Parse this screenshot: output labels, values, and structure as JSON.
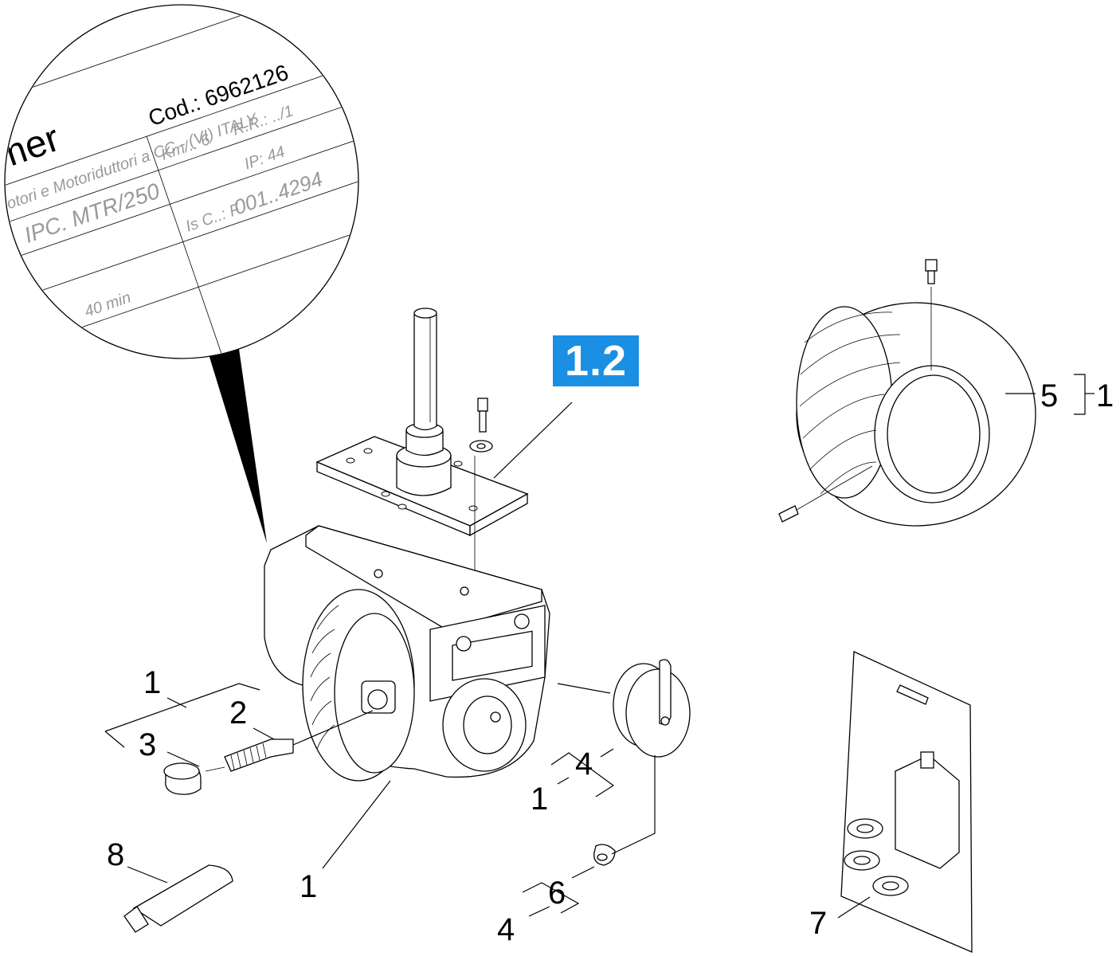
{
  "badge": {
    "label": "1.2",
    "color": "#1a8fe3"
  },
  "nameplate": {
    "brand": "amer",
    "line1": "Motori e Motoriduttori a CC - (VI) ITALY",
    "code_label": "Cod.: 6962126",
    "model": "IPC. MTR/250",
    "km": "Km/.. 6",
    "rr": "R.R.: ../1",
    "ip": "IP: 44",
    "iscl": "Is C..: F",
    "serial": "001..4294",
    "time": "40 min"
  },
  "callouts": [
    {
      "id": "c-1-top",
      "text": "1"
    },
    {
      "id": "c-2",
      "text": "2"
    },
    {
      "id": "c-3",
      "text": "3"
    },
    {
      "id": "c-8",
      "text": "8"
    },
    {
      "id": "c-1-bottom",
      "text": "1"
    },
    {
      "id": "c-4-mid",
      "text": "4"
    },
    {
      "id": "c-1-mid",
      "text": "1"
    },
    {
      "id": "c-6",
      "text": "6"
    },
    {
      "id": "c-4-bottom",
      "text": "4"
    },
    {
      "id": "c-7",
      "text": "7"
    },
    {
      "id": "c-5",
      "text": "5"
    },
    {
      "id": "c-1-right",
      "text": "1"
    }
  ]
}
